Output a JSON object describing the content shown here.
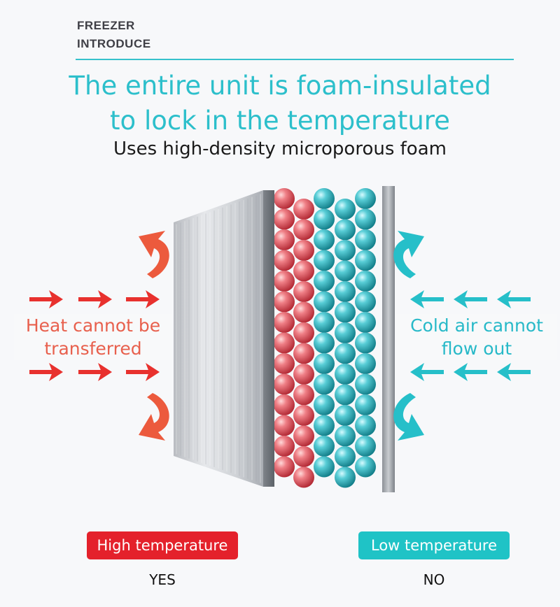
{
  "section": {
    "line1": "FREEZER",
    "line2": "INTRODUCE"
  },
  "headline": {
    "line1": "The entire unit is foam-insulated",
    "line2": "to lock in the temperature"
  },
  "subline": "Uses high-density microporous foam",
  "illustration": {
    "left_label": {
      "line1": "Heat cannot be",
      "line2": "transferred"
    },
    "right_label": {
      "line1": "Cold air cannot",
      "line2": "flow out"
    },
    "colors": {
      "hot": "#e8312e",
      "cold": "#26bfc9",
      "sphere_red": "#e0474f",
      "sphere_teal": "#27b3bd"
    },
    "icons": [
      "right-arrow-icon",
      "left-arrow-icon",
      "curved-arrow-icon"
    ]
  },
  "legend": {
    "high_label": "High temperature",
    "low_label": "Low temperature",
    "high_answer": "YES",
    "low_answer": "NO",
    "high_color": "#e4212b",
    "low_color": "#1fc3c6"
  }
}
